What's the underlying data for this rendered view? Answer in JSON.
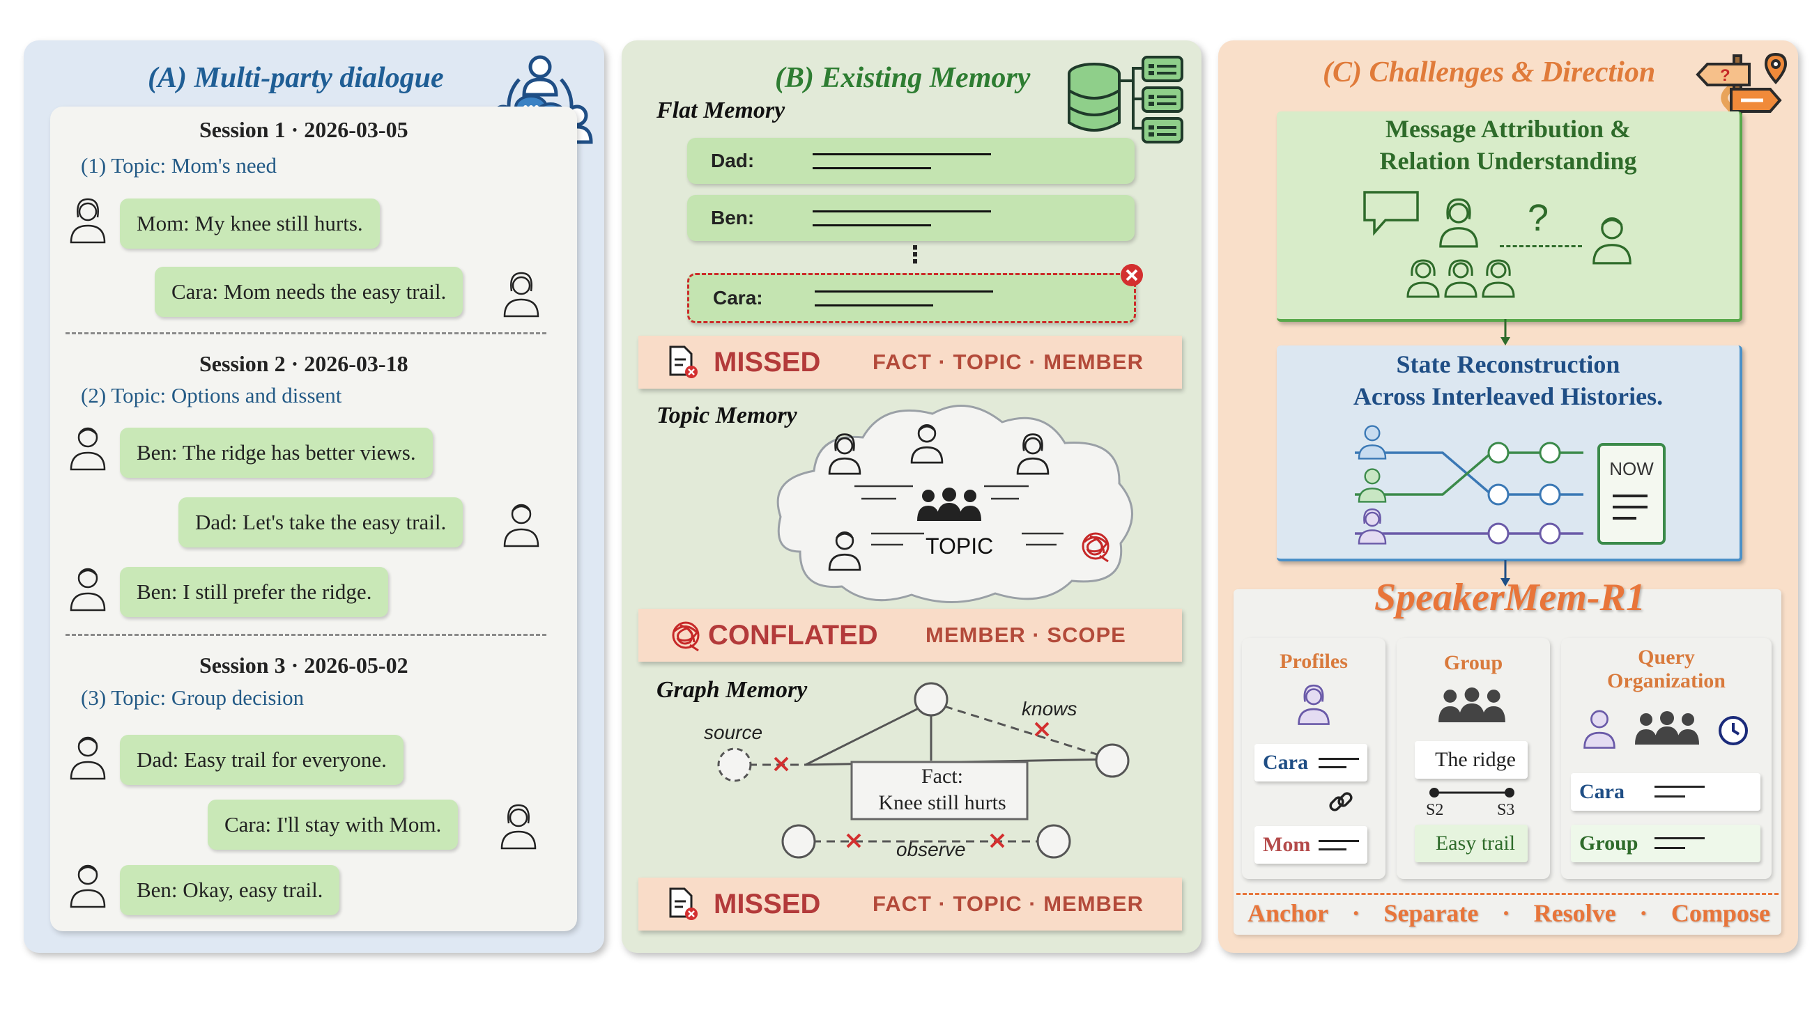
{
  "colors": {
    "panel_a": "#dfe8f3",
    "panel_b": "#e2ead8",
    "panel_c": "#f9dfc9",
    "bubble_green": "#c9e8b7",
    "title_blue": "#1f5e95",
    "title_green": "#2e7d32",
    "title_orange": "#e07b3a",
    "missed_red": "#b33a3a"
  },
  "panel_a": {
    "title": "(A) Multi-party dialogue",
    "sessions": [
      {
        "header": "Session 1 · 2026-03-05",
        "topic": "(1) Topic: Mom's need",
        "messages": [
          {
            "text": "Mom: My knee still hurts.",
            "side": "left",
            "avatar": "woman-icon"
          },
          {
            "text": "Cara: Mom needs the easy trail.",
            "side": "right",
            "avatar": "woman-icon"
          }
        ]
      },
      {
        "header": "Session 2 · 2026-03-18",
        "topic": "(2) Topic: Options and dissent",
        "messages": [
          {
            "text": "Ben: The ridge has better views.",
            "side": "left",
            "avatar": "man-icon"
          },
          {
            "text": "Dad: Let's take the easy trail.",
            "side": "right",
            "avatar": "man-icon"
          },
          {
            "text": "Ben: I still prefer the ridge.",
            "side": "left",
            "avatar": "man-icon"
          }
        ]
      },
      {
        "header": "Session 3 · 2026-05-02",
        "topic": "(3) Topic: Group decision",
        "messages": [
          {
            "text": "Dad: Easy trail for everyone.",
            "side": "left",
            "avatar": "man-icon"
          },
          {
            "text": "Cara: I'll stay with Mom.",
            "side": "right",
            "avatar": "woman-icon"
          },
          {
            "text": "Ben: Okay, easy trail.",
            "side": "left",
            "avatar": "man-icon"
          }
        ]
      }
    ]
  },
  "panel_b": {
    "title": "(B) Existing Memory",
    "flat": {
      "title": "Flat Memory",
      "rows": [
        "Dad:",
        "Ben:",
        "Cara:"
      ],
      "ellipsis": "⋮",
      "status": "MISSED",
      "labels": "FACT · TOPIC · MEMBER"
    },
    "topic": {
      "title": "Topic Memory",
      "center": "TOPIC",
      "status": "CONFLATED",
      "labels": "MEMBER · SCOPE"
    },
    "graph": {
      "title": "Graph Memory",
      "fact": "Fact:",
      "fact_detail": "Knee still hurts",
      "edge_source": "source",
      "edge_knows": "knows",
      "edge_observe": "observe",
      "status": "MISSED",
      "labels": "FACT · TOPIC · MEMBER"
    }
  },
  "panel_c": {
    "title": "(C) Challenges & Direction",
    "box1": {
      "line1": "Message Attribution &",
      "line2": "Relation Understanding",
      "question": "?"
    },
    "box2": {
      "line1": "State Reconstruction",
      "line2": "Across Interleaved Histories.",
      "now": "NOW"
    },
    "method": {
      "name": "SpeakerMem-R1",
      "profiles": {
        "title": "Profiles",
        "tag1": "Cara",
        "tag2": "Mom"
      },
      "group": {
        "title": "Group",
        "item1": "The ridge",
        "s2": "S2",
        "s3": "S3",
        "item2": "Easy trail"
      },
      "query": {
        "title_line1": "Query",
        "title_line2": "Organization",
        "tag1": "Cara",
        "tag2": "Group"
      },
      "steps": [
        "Anchor",
        "·",
        "Separate",
        "·",
        "Resolve",
        "·",
        "Compose"
      ]
    }
  }
}
